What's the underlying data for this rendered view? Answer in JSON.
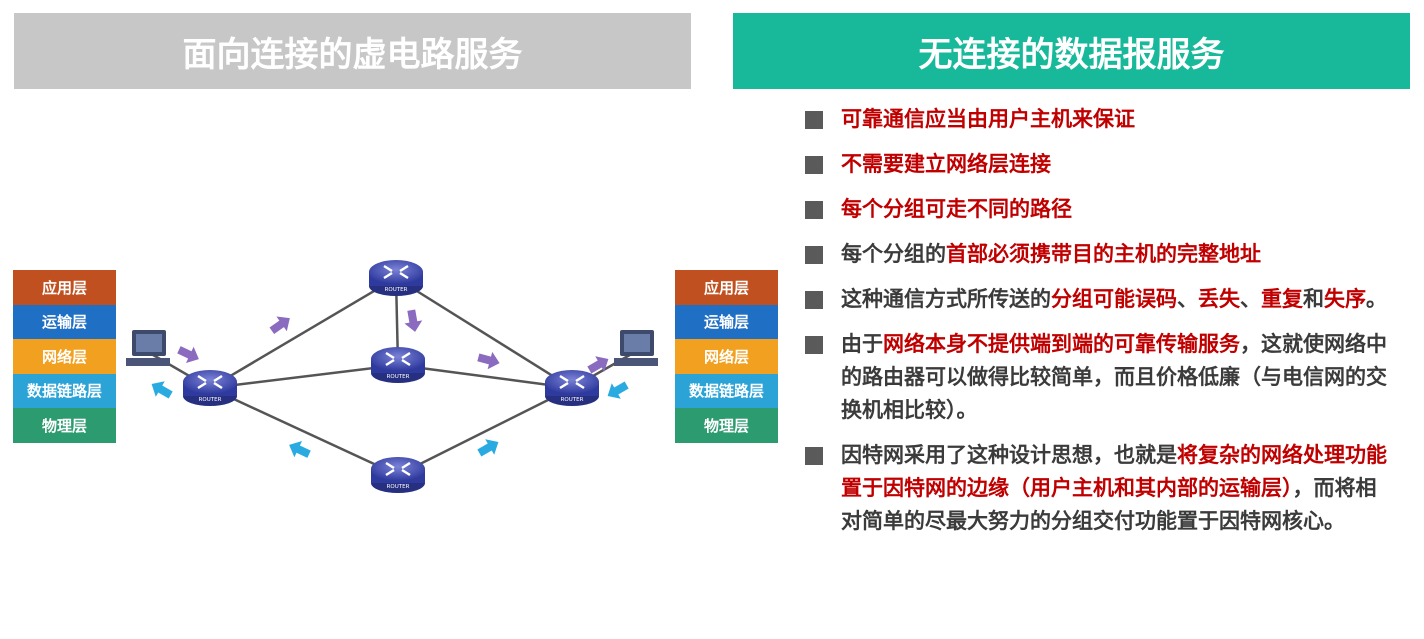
{
  "left_header": "面向连接的虚电路服务",
  "right_header": "无连接的数据报服务",
  "layers": [
    "应用层",
    "运输层",
    "网络层",
    "数据链路层",
    "物理层"
  ],
  "router_label": "ROUTER",
  "colors": {
    "left_header_bg": "#c7c7c7",
    "right_header_bg": "#18b99a",
    "highlight": "#c00000",
    "arrow_purple": "#8a6bbf",
    "arrow_blue": "#29abe2"
  },
  "bullets": [
    {
      "parts": [
        {
          "text": "可靠通信应当由用户主机来保证",
          "red": true
        }
      ]
    },
    {
      "parts": [
        {
          "text": "不需要建立网络层连接",
          "red": true
        }
      ]
    },
    {
      "parts": [
        {
          "text": "每个分组可走不同的路径",
          "red": true
        }
      ]
    },
    {
      "parts": [
        {
          "text": "每个分组的",
          "red": false
        },
        {
          "text": "首部必须携带目的主机的完整地址",
          "red": true
        }
      ]
    },
    {
      "parts": [
        {
          "text": "这种通信方式所传送的",
          "red": false
        },
        {
          "text": "分组可能误码",
          "red": true
        },
        {
          "text": "、",
          "red": false
        },
        {
          "text": "丢失",
          "red": true
        },
        {
          "text": "、",
          "red": false
        },
        {
          "text": "重复",
          "red": true
        },
        {
          "text": "和",
          "red": false
        },
        {
          "text": "失序",
          "red": true
        },
        {
          "text": "。",
          "red": false
        }
      ]
    },
    {
      "parts": [
        {
          "text": "由于",
          "red": false
        },
        {
          "text": "网络本身不提供端到端的可靠传输服务",
          "red": true
        },
        {
          "text": "，这就使网络中的路由器可以做得比较简单，而且价格低廉（与电信网的交换机相比较）。",
          "red": false
        }
      ]
    },
    {
      "parts": [
        {
          "text": "因特网采用了这种设计思想，也就是",
          "red": false
        },
        {
          "text": "将复杂的网络处理功能置于因特网的边缘（用户主机和其内部的运输层）",
          "red": true
        },
        {
          "text": "，而将相对简单的尽最大努力的分组交付功能置于因特网核心。",
          "red": false
        }
      ]
    }
  ]
}
